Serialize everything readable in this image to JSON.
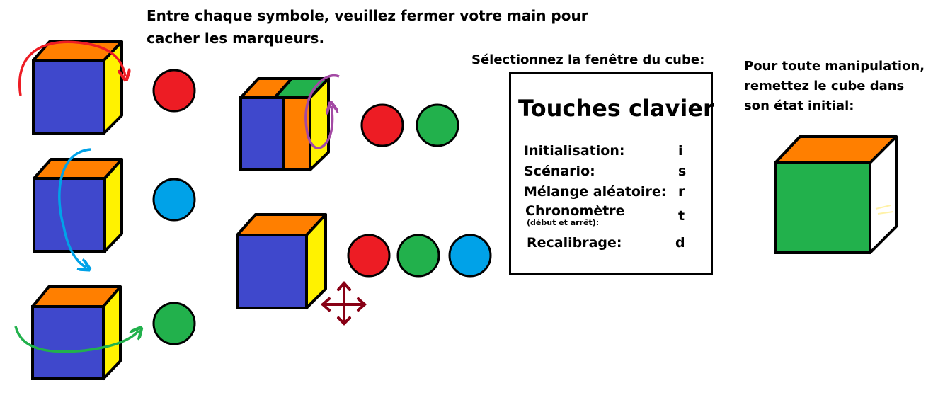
{
  "instructions": {
    "line1": "Entre chaque symbole, veuillez fermer votre main pour",
    "line2": "cacher les marqueurs."
  },
  "select_window": "Sélectionnez la fenêtre du cube:",
  "reset_note": {
    "line1": "Pour toute manipulation,",
    "line2": "remettez le cube dans",
    "line3": "son état initial:"
  },
  "keys_panel": {
    "title": "Touches clavier",
    "rows": [
      {
        "label": "Initialisation:",
        "key": "i"
      },
      {
        "label": "Scénario:",
        "key": "s"
      },
      {
        "label": "Mélange aléatoire:",
        "key": "r"
      },
      {
        "label": "Chronomètre",
        "sublabel": "(début et arrêt):",
        "key": "t"
      },
      {
        "label": "Recalibrage:",
        "key": "d"
      }
    ]
  },
  "colors": {
    "cube_front": "#3f48cc",
    "cube_top": "#ff7f00",
    "cube_side": "#fff200",
    "marker_red": "#ed1c24",
    "marker_green": "#22b14c",
    "marker_blue": "#00a2e8",
    "arrow_purple": "#a349a4",
    "move_arrow": "#880015",
    "reset_front": "#22b14c"
  },
  "icons": {
    "rotation_arrow": "curved-arrow-icon",
    "move": "four-way-arrow-icon"
  }
}
